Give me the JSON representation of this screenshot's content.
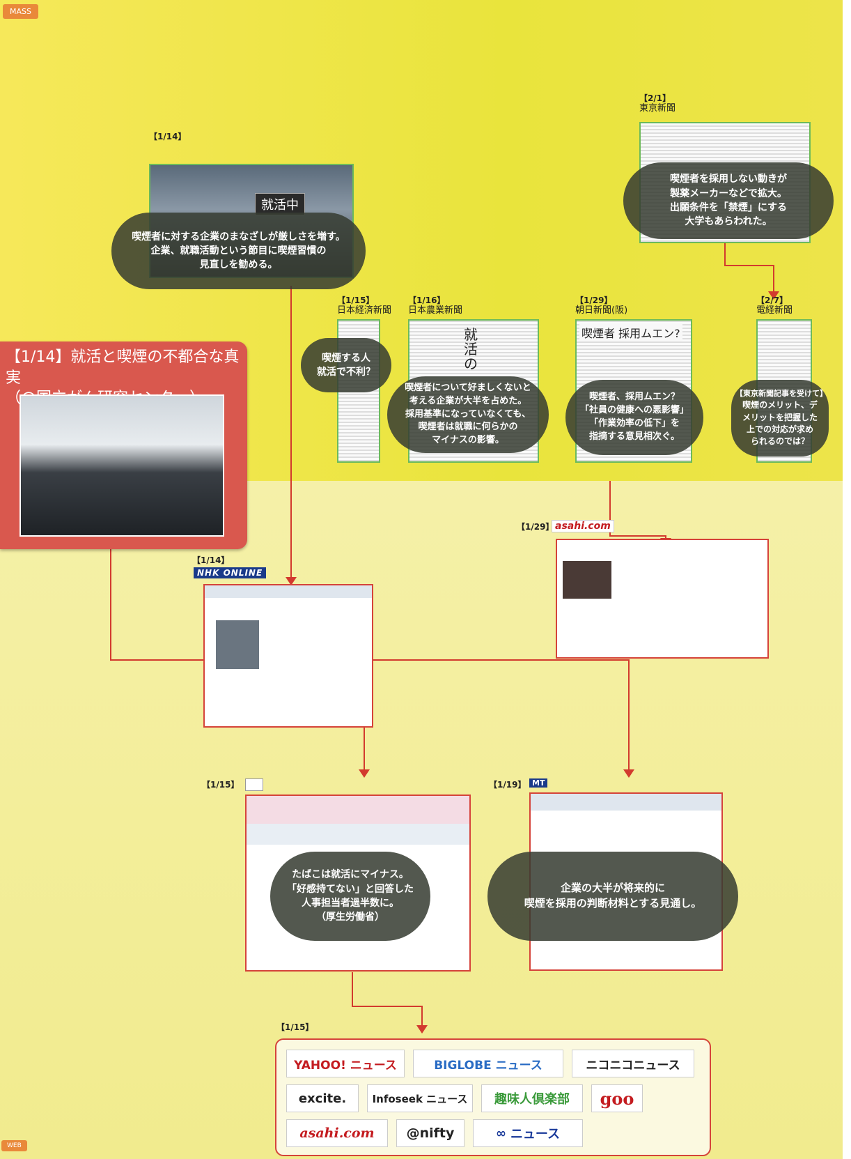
{
  "sections": {
    "mass": "MASS",
    "web": "WEB"
  },
  "event": {
    "title_line1": "【1/14】就活と喫煙の不都合な真実",
    "title_line2": "（@国立がん研究センター）"
  },
  "mass_items": {
    "tv": {
      "date": "【1/14】",
      "caption": "喫煙者に対する企業のまなざしが厳しさを増す。\n企業、就職活動という節目に喫煙習慣の\n見直しを勧める。",
      "screen_text": "就活中"
    },
    "tokyo": {
      "date": "【2/1】",
      "source": "東京新聞",
      "caption": "喫煙者を採用しない動きが\n製薬メーカーなどで拡大。\n出願条件を「禁煙」にする\n大学もあらわれた。"
    },
    "nikkei": {
      "date": "【1/15】",
      "source": "日本経済新聞",
      "caption": "喫煙する人\n就活で不利？"
    },
    "nougyou": {
      "date": "【1/16】",
      "source": "日本農業新聞",
      "caption": "喫煙者について好ましくないと\n考える企業が大半を占めた。\n採用基準になっていなくても、\n喫煙者は就職に何らかの\nマイナスの影響。",
      "headline": "就活の"
    },
    "asahi": {
      "date": "【1/29】",
      "source": "朝日新聞(阪)",
      "caption": "喫煙者、採用ムエン？\n「社員の健康への悪影響」\n「作業効率の低下」を\n指摘する意見相次ぐ。",
      "headline": "喫煙者 採用ムエン?"
    },
    "denki": {
      "date": "【2/7】",
      "source": "電経新聞",
      "note": "【東京新聞記事を受けて】",
      "caption": "喫煙のメリット、デ\nメリットを把握した\n上での対応が求め\nられるのでは？"
    }
  },
  "web_items": {
    "nhk": {
      "date": "【1/14】",
      "logo": "NHK ONLINE"
    },
    "asahicom": {
      "date": "【1/29】",
      "logo": "asahi.com"
    },
    "jiji": {
      "date": "【1/15】",
      "caption": "たばこは就活にマイナス。\n「好感持てない」と回答した\n人事担当者過半数に。\n（厚生労働省）"
    },
    "mt": {
      "date": "【1/19】",
      "logo": "MT",
      "caption": "企業の大半が将来的に\n喫煙を採用の判断材料とする見通し。"
    },
    "aggregators": {
      "date": "【1/15】",
      "sites": [
        "YAHOO! ニュース",
        "BIGLOBE ニュース",
        "ニコニコニュース",
        "excite.",
        "Infoseek ニュース",
        "趣味人倶楽部",
        "goo",
        "asahi.com",
        "@nifty",
        "ニュース"
      ]
    }
  },
  "colors": {
    "arrow": "#d23a2e",
    "green_frame": "#6cba5a",
    "event_box": "#d9584e"
  }
}
